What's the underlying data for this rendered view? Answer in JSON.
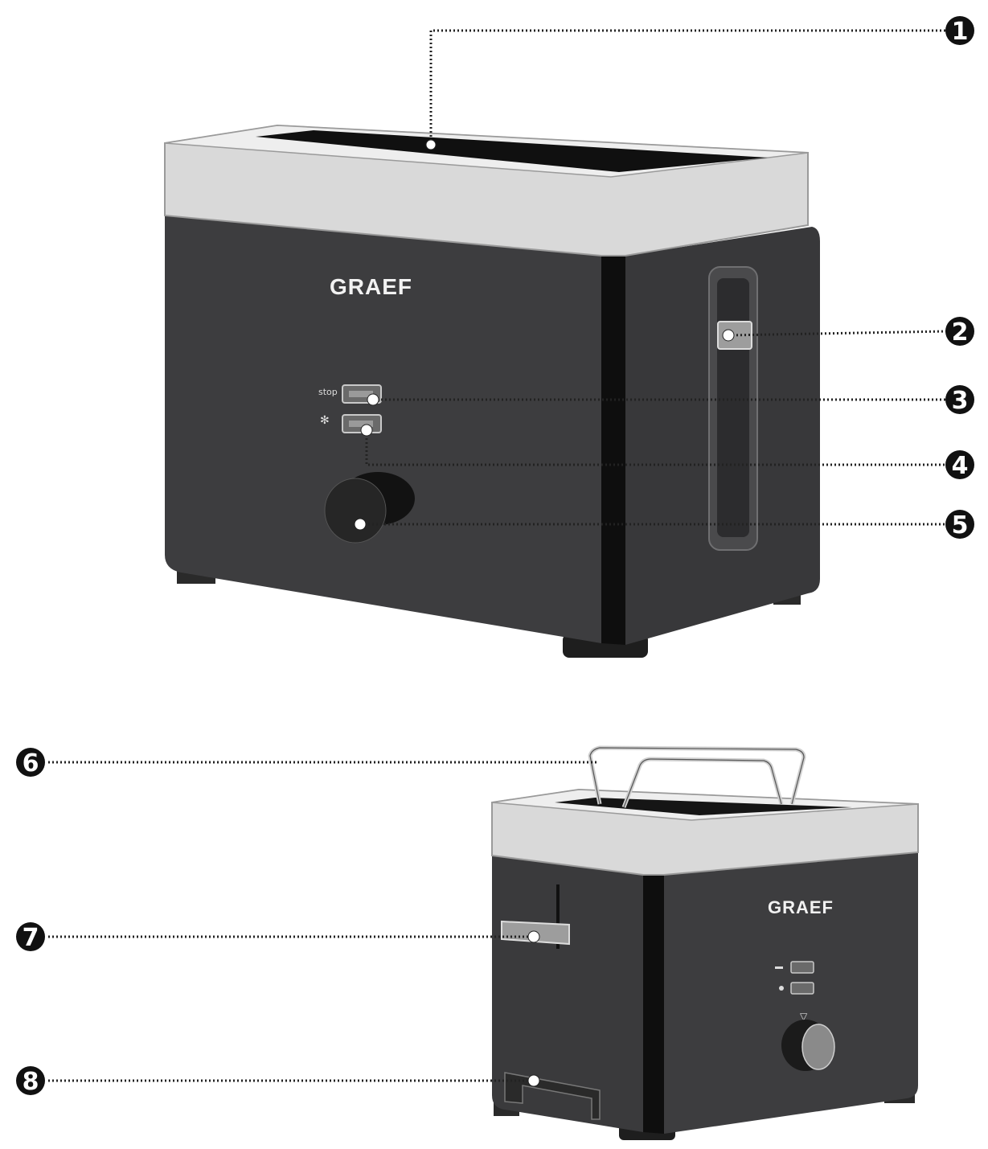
{
  "brand": {
    "top_logo": "GRAEF",
    "bottom_logo": "GRAEF"
  },
  "controls": {
    "stop_label": "stop",
    "defrost_symbol": "✻",
    "knob_marker": "▽"
  },
  "callouts": [
    {
      "id": "1",
      "label": "1"
    },
    {
      "id": "2",
      "label": "2"
    },
    {
      "id": "3",
      "label": "3"
    },
    {
      "id": "4",
      "label": "4"
    },
    {
      "id": "5",
      "label": "5"
    },
    {
      "id": "6",
      "label": "6"
    },
    {
      "id": "7",
      "label": "7"
    },
    {
      "id": "8",
      "label": "8"
    }
  ],
  "colors": {
    "body": "#3d3d3f",
    "body_side": "#2f2f31",
    "top_frame": "#d6d6d6",
    "slot": "#111111",
    "callout": "#111111"
  }
}
